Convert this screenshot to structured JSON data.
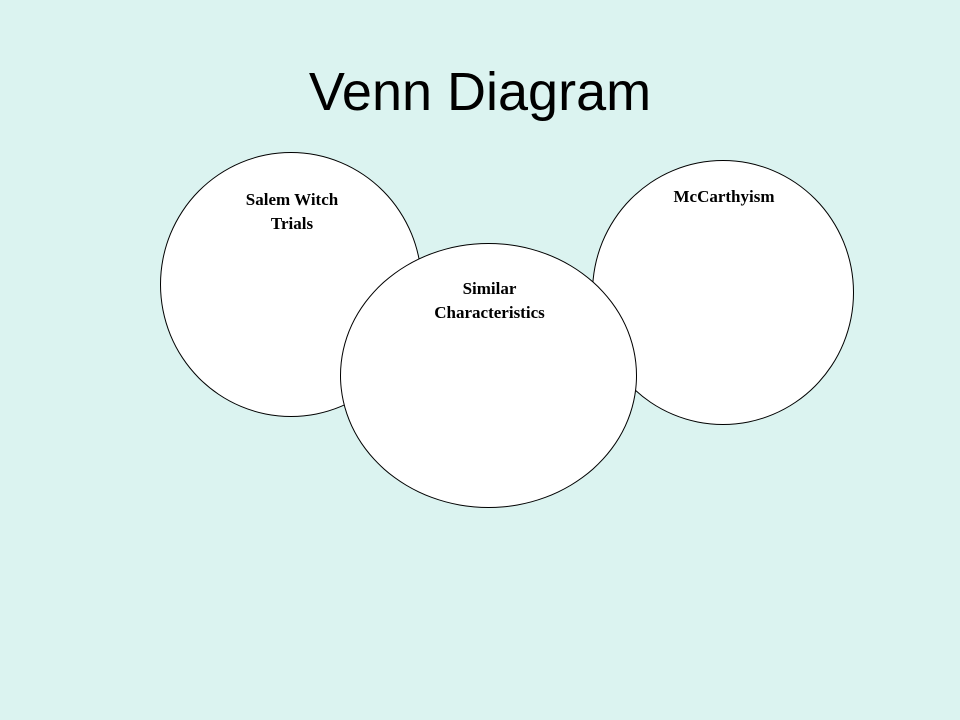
{
  "slide": {
    "title": "Venn Diagram"
  },
  "venn": {
    "circles": [
      {
        "id": "left",
        "label_lines": [
          "Salem Witch",
          "Trials"
        ]
      },
      {
        "id": "right",
        "label_lines": [
          "McCarthyism"
        ]
      },
      {
        "id": "center",
        "label_lines": [
          "Similar",
          "Characteristics"
        ]
      }
    ]
  },
  "colors": {
    "background": "#dbf3f0",
    "circle_fill": "#ffffff",
    "circle_stroke": "#000000",
    "text": "#000000"
  }
}
